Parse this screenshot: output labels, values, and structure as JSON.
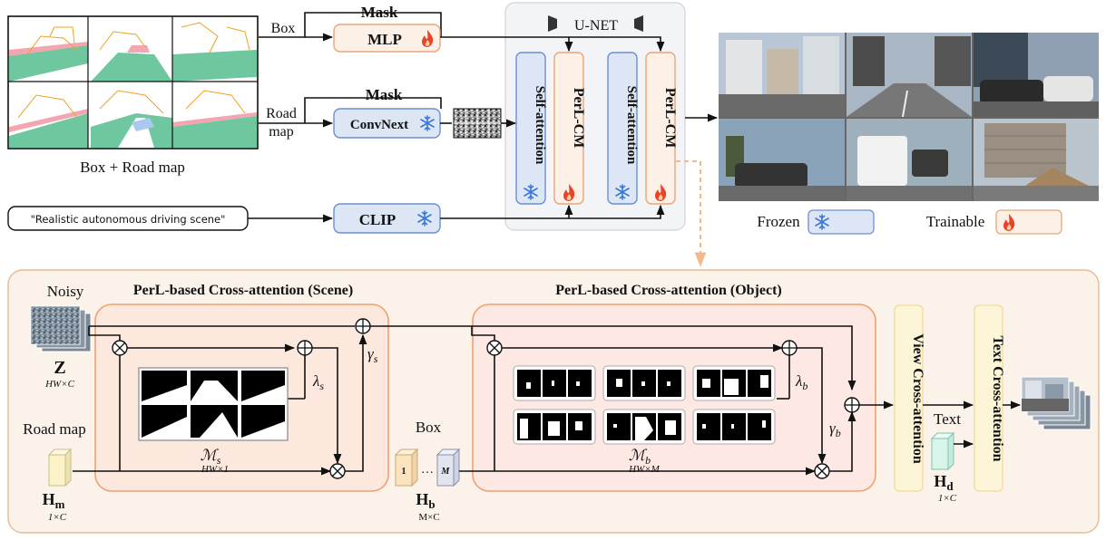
{
  "top": {
    "input_caption": "Box + Road map",
    "box_label": "Box",
    "road_map_label_1": "Road",
    "road_map_label_2": "map",
    "mask_label": "Mask",
    "mlp_label": "MLP",
    "convnext_label": "ConvNext",
    "clip_label": "CLIP",
    "prompt_text": "\"Realistic autonomous driving scene\"",
    "unet_label": "U-NET",
    "self_attention_label": "Self-attention",
    "perl_cm_label": "PerL-CM",
    "frozen_label": "Frozen",
    "trainable_label": "Trainable"
  },
  "bottom": {
    "noisy_label": "Noisy",
    "z_label": "Z",
    "z_dim": "HW×C",
    "road_map_label": "Road map",
    "hm_label": "H",
    "hm_sub": "m",
    "hm_dim": "1×C",
    "scene_title": "PerL-based Cross-attention (Scene)",
    "object_title": "PerL-based Cross-attention (Object)",
    "ms_label": "ℳ",
    "ms_sub": "s",
    "ms_dim": "HW×1",
    "mb_label": "ℳ",
    "mb_sub": "b",
    "mb_dim": "HW×M",
    "lambda_s": "λ",
    "lambda_s_sub": "s",
    "gamma_s": "γ",
    "gamma_s_sub": "s",
    "lambda_b": "λ",
    "lambda_b_sub": "b",
    "gamma_b": "γ",
    "gamma_b_sub": "b",
    "box_label": "Box",
    "hb_label": "H",
    "hb_sub": "b",
    "hb_dim": "M×C",
    "cube_1": "1",
    "cube_m": "M",
    "ellipsis": "…",
    "view_ca_label": "View Cross-attention",
    "text_ca_label": "Text Cross-attention",
    "text_label": "Text",
    "hd_label": "H",
    "hd_sub": "d",
    "hd_dim": "1×C"
  },
  "colors": {
    "frozen_fill": "#dde6f5",
    "frozen_stroke": "#6d8fd0",
    "trainable_fill": "#fdf0e6",
    "trainable_stroke": "#e8a678",
    "bottom_panel_fill": "#fbf2ea",
    "scene_panel_fill": "#fde8dd",
    "object_panel_fill": "#fde8e4",
    "yellow_box_fill": "#fdf5d8",
    "yellow_box_stroke": "#f0dc96",
    "road_green": "#6fc7a0",
    "road_pink": "#f2a6b0",
    "box_orange": "#f0a020",
    "flame": "#e8442a"
  },
  "icons": [
    "flame-icon",
    "snowflake-icon",
    "camera-icon",
    "noise-icon"
  ]
}
